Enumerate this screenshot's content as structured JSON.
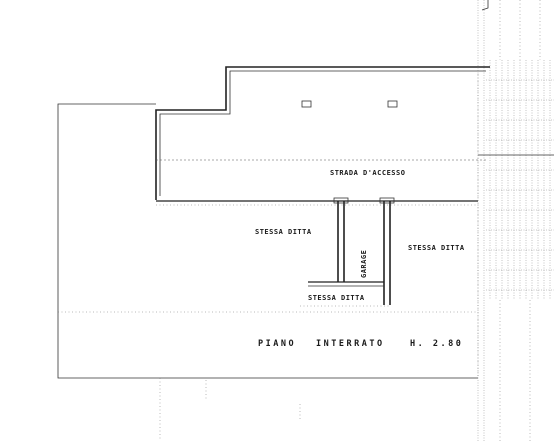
{
  "labels": {
    "access_road": "STRADA D'ACCESSO",
    "garage": "GARAGE",
    "same_owner_left": "STESSA DITTA",
    "same_owner_right": "STESSA DITTA",
    "same_owner_bottom": "STESSA DITTA",
    "basement_level": "PIANO",
    "basement_level_2": "INTERRATO",
    "height": "H. 2.80"
  }
}
